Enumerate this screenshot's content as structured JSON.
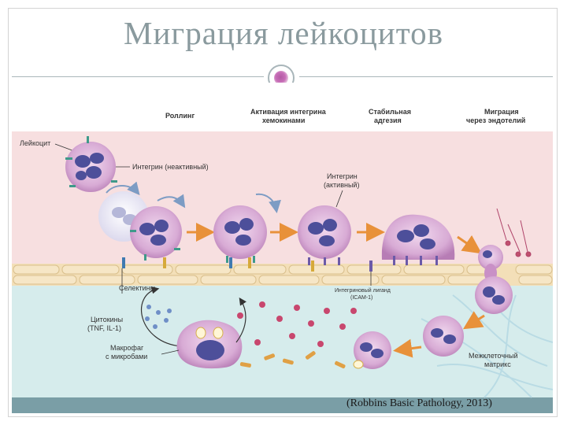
{
  "slide": {
    "title": "Миграция лейкоцитов",
    "citation": "(Robbins Basic Pathology, 2013)"
  },
  "figure": {
    "stages": [
      "Роллинг",
      "Активация интегрина хемокинами",
      "Стабильная адгезия",
      "Миграция через эндотелий"
    ],
    "stage_lines": [
      [
        "Роллинг"
      ],
      [
        "Активация интегрина",
        "хемокинами"
      ],
      [
        "Стабильная",
        "адгезия"
      ],
      [
        "Миграция",
        "через эндотелий"
      ]
    ],
    "labels": {
      "leukocyte": "Лейкоцит",
      "integrin_inactive": "Интегрин (неактивный)",
      "integrin_active_1": "Интегрин",
      "integrin_active_2": "(активный)",
      "selectins": "Селектины",
      "integrin_ligand_1": "Интегриновый лиганд",
      "integrin_ligand_2": "(ICAM-1)",
      "cytokines_1": "Цитокины",
      "cytokines_2": "(TNF, IL-1)",
      "macrophage_1": "Макрофаг",
      "macrophage_2": "с микробами",
      "matrix_1": "Межклеточный",
      "matrix_2": "матрикс"
    },
    "colors": {
      "plasma": "#f7dfe0",
      "tissue": "#d6ecec",
      "endothelium": "#f3dfb8",
      "cell": "#cfa0cc",
      "nucleus": "#4d4f9a",
      "arrow": "#e8913a"
    }
  }
}
